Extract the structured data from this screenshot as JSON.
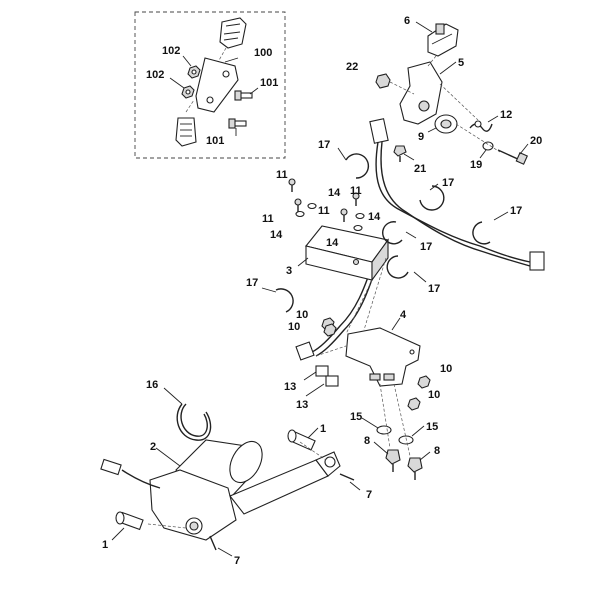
{
  "callouts": {
    "c1a": "1",
    "c1b": "1",
    "c2": "2",
    "c3": "3",
    "c4": "4",
    "c5": "5",
    "c6": "6",
    "c7a": "7",
    "c7b": "7",
    "c8a": "8",
    "c8b": "8",
    "c9": "9",
    "c10a": "10",
    "c10b": "10",
    "c10c": "10",
    "c10d": "10",
    "c11a": "11",
    "c11b": "11",
    "c11c": "11",
    "c11d": "11",
    "c12": "12",
    "c13a": "13",
    "c13b": "13",
    "c14a": "14",
    "c14b": "14",
    "c14c": "14",
    "c14d": "14",
    "c15a": "15",
    "c15b": "15",
    "c16": "16",
    "c17a": "17",
    "c17b": "17",
    "c17c": "17",
    "c17d": "17",
    "c17e": "17",
    "c17f": "17",
    "c19": "19",
    "c20": "20",
    "c21": "21",
    "c22": "22",
    "c100": "100",
    "c101a": "101",
    "c101b": "101",
    "c102a": "102",
    "c102b": "102"
  }
}
